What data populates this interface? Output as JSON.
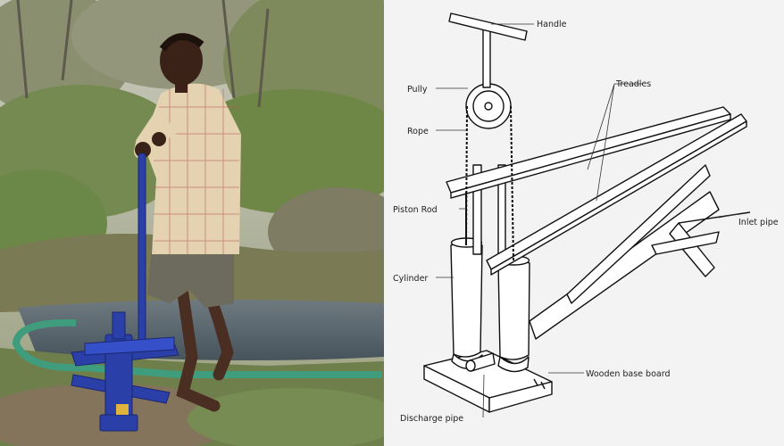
{
  "labels": {
    "handle": "Handle",
    "pully": "Pully",
    "treadles": "Treadles",
    "rope": "Rope",
    "piston_rod": "Piston Rod",
    "inlet_pipe": "Inlet pipe",
    "cylinder": "Cylinder",
    "base_board": "Wooden base board",
    "discharge_pipe": "Discharge pipe"
  },
  "colors": {
    "pump_blue": "#2a3fa8",
    "hose_green": "#3f9c7c",
    "water": "#5a6670",
    "vegetation": "#6d8a4a",
    "soil": "#8d7a62"
  }
}
